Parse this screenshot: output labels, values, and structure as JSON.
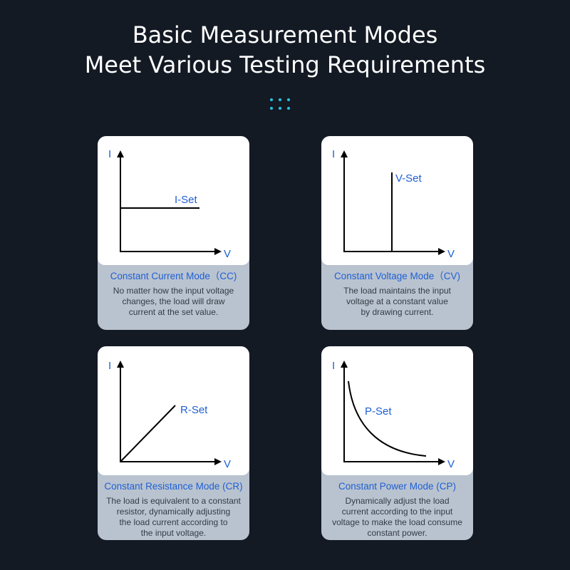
{
  "header": {
    "title_line1": "Basic Measurement Modes",
    "title_line2": "Meet Various Testing Requirements"
  },
  "colors": {
    "background": "#131a24",
    "accent_dots": "#27c4e3",
    "label_blue": "#1f5fd4",
    "card_plot": "#ffffff",
    "card_caption": "#b9c3cf"
  },
  "cards": [
    {
      "axis_y": "I",
      "axis_x": "V",
      "set_label": "I-Set",
      "title": "Constant Current Mode（CC)",
      "desc": [
        "No matter how the input voltage",
        "changes, the load will draw",
        "current at the set value."
      ]
    },
    {
      "axis_y": "I",
      "axis_x": "V",
      "set_label": "V-Set",
      "title": "Constant Voltage Mode（CV)",
      "desc": [
        "The load maintains the input",
        "voltage at a constant value",
        "by drawing current."
      ]
    },
    {
      "axis_y": "I",
      "axis_x": "V",
      "set_label": "R-Set",
      "title": "Constant Resistance Mode (CR)",
      "desc": [
        "The load is equivalent to a constant",
        "resistor, dynamically adjusting",
        "the load current according to",
        "the input voltage."
      ]
    },
    {
      "axis_y": "I",
      "axis_x": "V",
      "set_label": "P-Set",
      "title": "Constant Power Mode (CP)",
      "desc": [
        "Dynamically adjust the load",
        "current according to the input",
        "voltage to make the load consume",
        "constant power."
      ]
    }
  ]
}
